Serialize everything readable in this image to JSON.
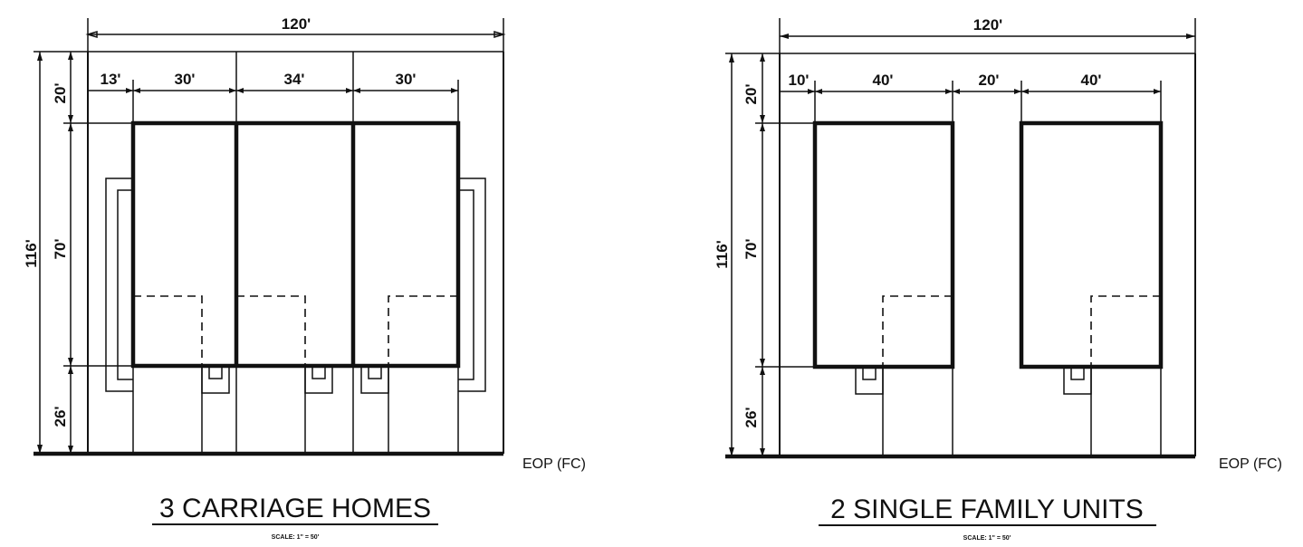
{
  "left_plan": {
    "title": "3 CARRIAGE HOMES",
    "scale": "SCALE: 1\" = 50'",
    "eop": "EOP (FC)",
    "dims": {
      "total_width": "120'",
      "seg1": "13'",
      "seg2": "30'",
      "seg3": "34'",
      "seg4": "30'",
      "depth_total": "116'",
      "front": "20'",
      "middle": "70'",
      "rear": "26'"
    }
  },
  "right_plan": {
    "title": "2 SINGLE FAMILY UNITS",
    "scale": "SCALE: 1\" = 50'",
    "eop": "EOP (FC)",
    "dims": {
      "total_width": "120'",
      "seg1": "10'",
      "seg2": "40'",
      "seg3": "20'",
      "seg4": "40'",
      "depth_total": "116'",
      "front": "20'",
      "middle": "70'",
      "rear": "26'"
    }
  }
}
